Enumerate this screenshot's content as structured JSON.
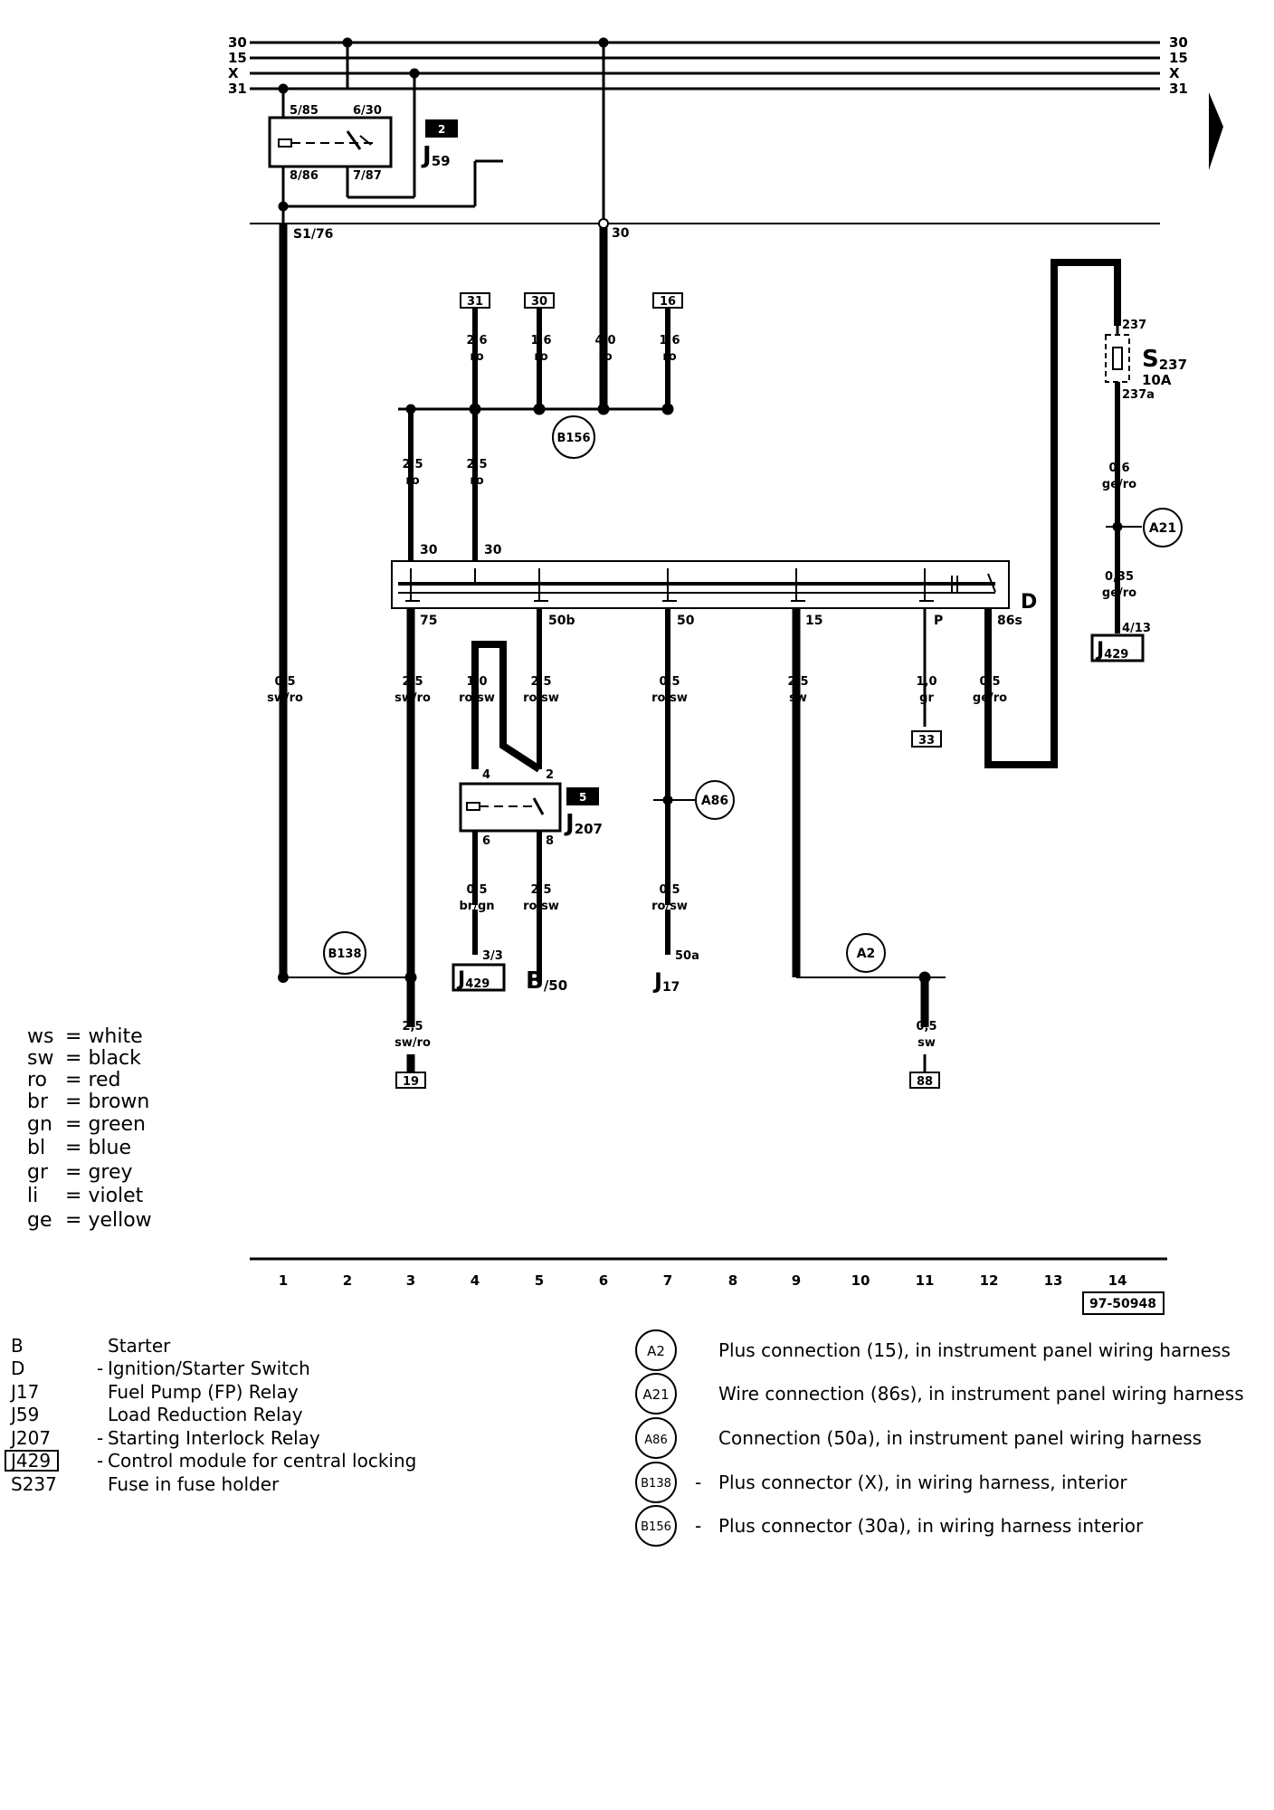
{
  "buses": [
    "30",
    "15",
    "X",
    "31"
  ],
  "relay_j59": {
    "number": "2",
    "label": "J",
    "sub": "59",
    "pin_top_left": "5/85",
    "pin_top_right": "6/30",
    "pin_bot_left": "8/86",
    "pin_bot_right": "7/87"
  },
  "splice_s176": "S1/76",
  "terminal_30": "30",
  "top_terminals": [
    "31",
    "30",
    "16"
  ],
  "top_wires": [
    {
      "size": "2,6",
      "color": "ro"
    },
    {
      "size": "1,6",
      "color": "ro"
    },
    {
      "size": "4,0",
      "color": "ro"
    },
    {
      "size": "1,6",
      "color": "ro"
    }
  ],
  "mid_wires": [
    {
      "size": "2,5",
      "color": "ro"
    },
    {
      "size": "2,5",
      "color": "ro"
    }
  ],
  "b156": "B156",
  "switch_d": {
    "label": "D",
    "top_pins": [
      "30",
      "30"
    ],
    "bottom_pins": [
      "75",
      "50b",
      "50",
      "15",
      "P",
      "86s"
    ]
  },
  "fuse": {
    "pin_top": "237",
    "pin_bot": "237a",
    "label": "S",
    "sub": "237",
    "rating": "10A"
  },
  "fuse_wire": {
    "size": "0,6",
    "color": "ge/ro"
  },
  "a21": "A21",
  "a21_wire": {
    "size": "0,35",
    "color": "ge/ro"
  },
  "j429_top": {
    "pin": "4/13",
    "label": "J",
    "sub": "429"
  },
  "lower_wires": [
    {
      "size": "0,5",
      "color": "sw/ro"
    },
    {
      "size": "2,5",
      "color": "sw/ro"
    },
    {
      "size": "1,0",
      "color": "ro/sw"
    },
    {
      "size": "2,5",
      "color": "ro/sw"
    },
    {
      "size": "0,5",
      "color": "ro/sw"
    },
    {
      "size": "2,5",
      "color": "sw"
    },
    {
      "size": "1,0",
      "color": "gr"
    },
    {
      "size": "0,5",
      "color": "ge/ro"
    }
  ],
  "terminal_33": "33",
  "relay_j207": {
    "number": "5",
    "label": "J",
    "sub": "207",
    "pin_4": "4",
    "pin_2": "2",
    "pin_6": "6",
    "pin_8": "8"
  },
  "a86": "A86",
  "bottom_wires": [
    {
      "size": "0,5",
      "color": "br/gn"
    },
    {
      "size": "2,5",
      "color": "ro/sw"
    },
    {
      "size": "0,5",
      "color": "ro/sw"
    }
  ],
  "bottom_refs": {
    "j429_pin": "3/3",
    "j429_label": "J",
    "j429_sub": "429",
    "b_label": "B",
    "b_sub": "/50",
    "j17_pin": "50a",
    "j17_label": "J",
    "j17_sub": "17"
  },
  "b138": "B138",
  "a2": "A2",
  "ground_wires": [
    {
      "size": "2,5",
      "color": "sw/ro",
      "terminal": "19"
    },
    {
      "size": "0,5",
      "color": "sw",
      "terminal": "88"
    }
  ],
  "color_legend": [
    {
      "code": "ws",
      "name": "white"
    },
    {
      "code": "sw",
      "name": "black"
    },
    {
      "code": "ro",
      "name": "red"
    },
    {
      "code": "br",
      "name": "brown"
    },
    {
      "code": "gn",
      "name": "green"
    },
    {
      "code": "bl",
      "name": "blue"
    },
    {
      "code": "gr",
      "name": "grey"
    },
    {
      "code": "li",
      "name": "violet"
    },
    {
      "code": "ge",
      "name": "yellow"
    }
  ],
  "ruler_numbers": [
    "1",
    "2",
    "3",
    "4",
    "5",
    "6",
    "7",
    "8",
    "9",
    "10",
    "11",
    "12",
    "13",
    "14"
  ],
  "figure_number": "97-50948",
  "components": [
    {
      "code": "B",
      "dash": "",
      "desc": "Starter"
    },
    {
      "code": "D",
      "dash": "-",
      "desc": "Ignition/Starter Switch"
    },
    {
      "code": "J17",
      "dash": "",
      "desc": "Fuel Pump (FP) Relay"
    },
    {
      "code": "J59",
      "dash": "",
      "desc": "Load Reduction Relay"
    },
    {
      "code": "J207",
      "dash": "-",
      "desc": "Starting Interlock Relay"
    },
    {
      "code": "J429",
      "dash": "-",
      "desc": "Control module for central locking"
    },
    {
      "code": "S237",
      "dash": "",
      "desc": "Fuse in fuse holder"
    }
  ],
  "connections": [
    {
      "code": "A2",
      "dash": "",
      "desc": "Plus connection (15), in instrument panel wiring harness"
    },
    {
      "code": "A21",
      "dash": "",
      "desc": "Wire connection (86s), in instrument panel wiring harness"
    },
    {
      "code": "A86",
      "dash": "",
      "desc": "Connection (50a), in instrument panel wiring harness"
    },
    {
      "code": "B138",
      "dash": "-",
      "desc": "Plus connector (X), in wiring harness, interior"
    },
    {
      "code": "B156",
      "dash": "-",
      "desc": "Plus connector (30a), in wiring harness interior"
    }
  ]
}
